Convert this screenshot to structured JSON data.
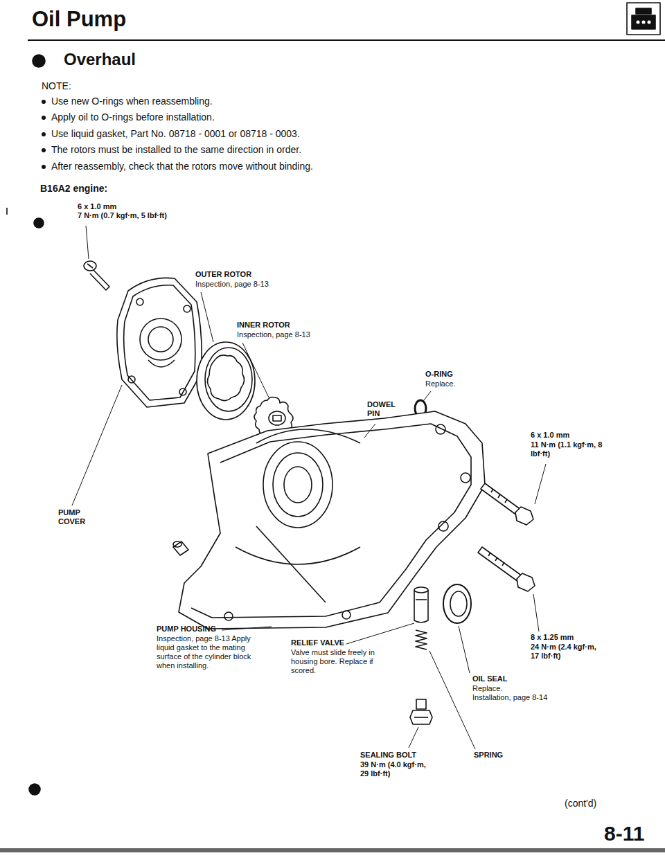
{
  "diagram": {
    "title": "Oil Pump",
    "labels": [
      "Overhaul",
      "NOTE:",
      "Use new O-rings when reassembling.",
      "Apply oil to O-rings before installation.",
      "Use liquid gasket, Part No. 08718 - 0001 or 08718 - 0003.",
      "The rotors must be installed to the same direction in order.",
      "After reassembly, check that the rotors move without binding.",
      "B16A2 engine:",
      "6 x 1.0 mm",
      "7 N·m (0.7 kgf·m, 5 lbf·ft)",
      "OUTER ROTOR",
      "Inspection, page 8-13",
      "INNER ROTOR",
      "Inspection, page 8-13",
      "O-RING",
      "Replace.",
      "DOWEL PIN",
      "6 x 1.0 mm",
      "11 N·m (1.1 kgf·m, 8 lbf·ft)",
      "PUMP COVER",
      "PUMP HOUSING",
      "Inspection, page 8-13 Apply liquid gasket to the mating surface of the cylinder block when installing.",
      "RELIEF VALVE",
      "Valve must slide freely in housing bore. Replace if scored.",
      "8 x 1.25 mm",
      "24 N·m (2.4 kgf·m, 17 lbf·ft)",
      "OIL SEAL",
      "Replace.",
      "Installation, page 8-14",
      "SEALING BOLT",
      "39 N·m (4.0 kgf·m, 29 lbf·ft)",
      "SPRING",
      "(cont'd)",
      "8-11"
    ]
  }
}
